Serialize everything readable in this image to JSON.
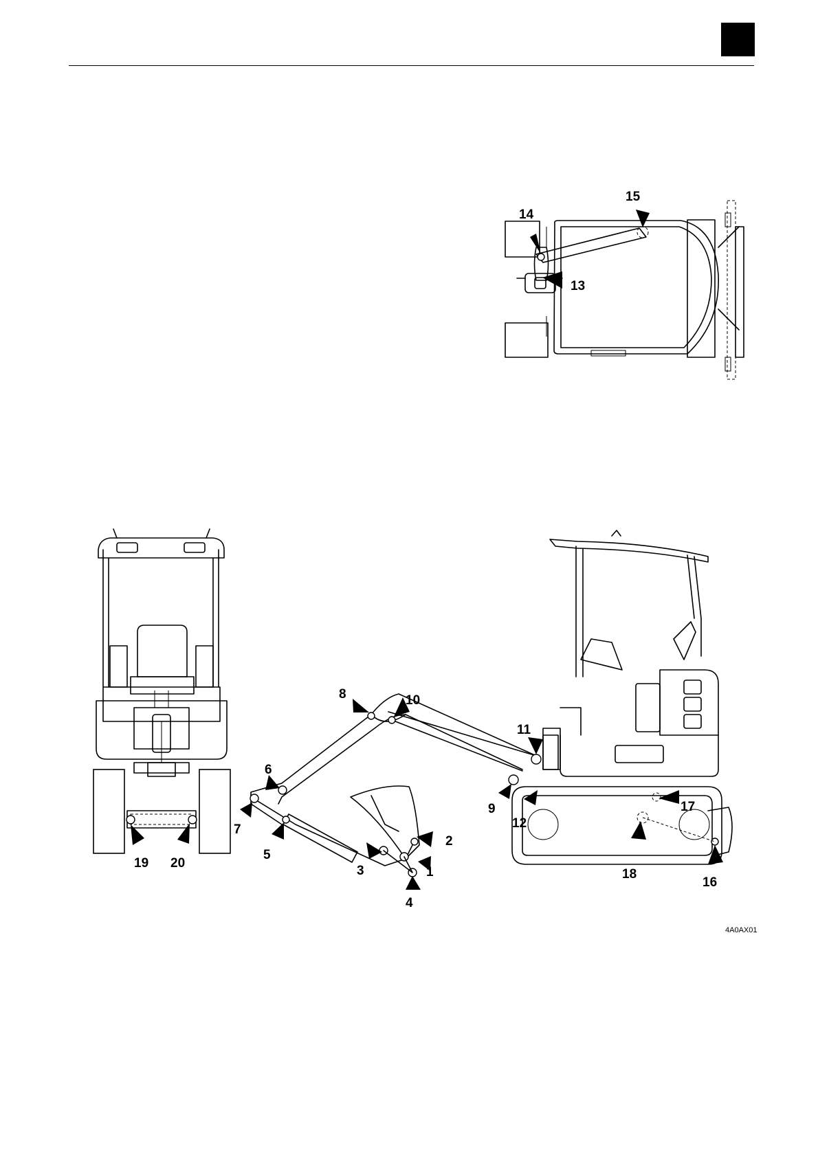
{
  "figure_ref": "4A0AX01",
  "callouts": [
    {
      "id": "1",
      "label": "1"
    },
    {
      "id": "2",
      "label": "2"
    },
    {
      "id": "3",
      "label": "3"
    },
    {
      "id": "4",
      "label": "4"
    },
    {
      "id": "5",
      "label": "5"
    },
    {
      "id": "6",
      "label": "6"
    },
    {
      "id": "7",
      "label": "7"
    },
    {
      "id": "8",
      "label": "8"
    },
    {
      "id": "9",
      "label": "9"
    },
    {
      "id": "10",
      "label": "10"
    },
    {
      "id": "11",
      "label": "11"
    },
    {
      "id": "12",
      "label": "12"
    },
    {
      "id": "13",
      "label": "13"
    },
    {
      "id": "14",
      "label": "14"
    },
    {
      "id": "15",
      "label": "15"
    },
    {
      "id": "16",
      "label": "16"
    },
    {
      "id": "17",
      "label": "17"
    },
    {
      "id": "18",
      "label": "18"
    },
    {
      "id": "19",
      "label": "19"
    },
    {
      "id": "20",
      "label": "20"
    }
  ]
}
